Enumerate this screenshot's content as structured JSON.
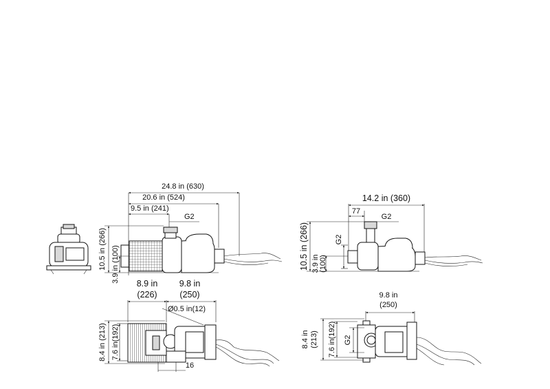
{
  "side_view": {
    "overall_length": "24.8 in (630)",
    "motor_length": "20.6 in (524)",
    "outlet_offset": "9.5 in (241)",
    "outlet_thread": "G2",
    "height_total": "10.5 in (266)",
    "height_inlet": "3.9 in (100)"
  },
  "top_view": {
    "inlet_width_in": "8.9 in",
    "inlet_width_mm": "(226)",
    "motor_width_in": "9.8 in",
    "motor_width_mm": "(250)",
    "mount_hole": "Ø0.5 in(12)",
    "depth_total": "8.4 in (213)",
    "depth_feet": "7.6 in(192)",
    "foot_spacing": "16"
  },
  "end_side_view": {
    "overall_length": "14.2 in (360)",
    "nozzle_offset": "77",
    "thread_top": "G2",
    "thread_side": "G2",
    "height_total": "10.5 in (266)",
    "height_inlet": "3.9 in",
    "height_inlet_mm": "(100)"
  },
  "end_top_view": {
    "width_in": "9.8 in",
    "width_mm": "(250)",
    "depth_total_in": "8.4 in",
    "depth_total_mm": "(213)",
    "depth_feet": "7.6 in(192)",
    "thread": "G2"
  }
}
